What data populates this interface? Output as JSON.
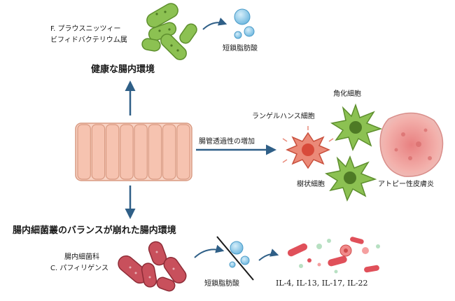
{
  "labels": {
    "f_prausnitzii": "F. プラウスニッツィー",
    "bifido": "ビフィドバクテリウム属",
    "scfa_top": "短鎖脂肪酸",
    "healthy_env": "健康な腸内環境",
    "permeability": "腸管透過性の増加",
    "langerhans": "ランゲルハンス細胞",
    "keratinocyte": "角化細胞",
    "dendritic": "樹状細胞",
    "atopic": "アトピー性皮膚炎",
    "dysbiosis_env": "腸内細菌叢のバランスが崩れた腸内環境",
    "family": "腸内細菌科",
    "c_perfringens": "C. パフィリゲンス",
    "scfa_bottom": "短鎖脂肪酸",
    "cytokines": "IL-4, IL-13, IL-17, IL-22"
  },
  "colors": {
    "arrow": "#2f5f87",
    "good_bacteria": "#8cc152",
    "bad_bacteria": "#c8505c",
    "scfa": "#7ec3e6",
    "epithelium": "#f6c3b0",
    "langerhans": "#e8705f",
    "keratinocyte": "#78b043",
    "skin": "#f0a0a0"
  }
}
